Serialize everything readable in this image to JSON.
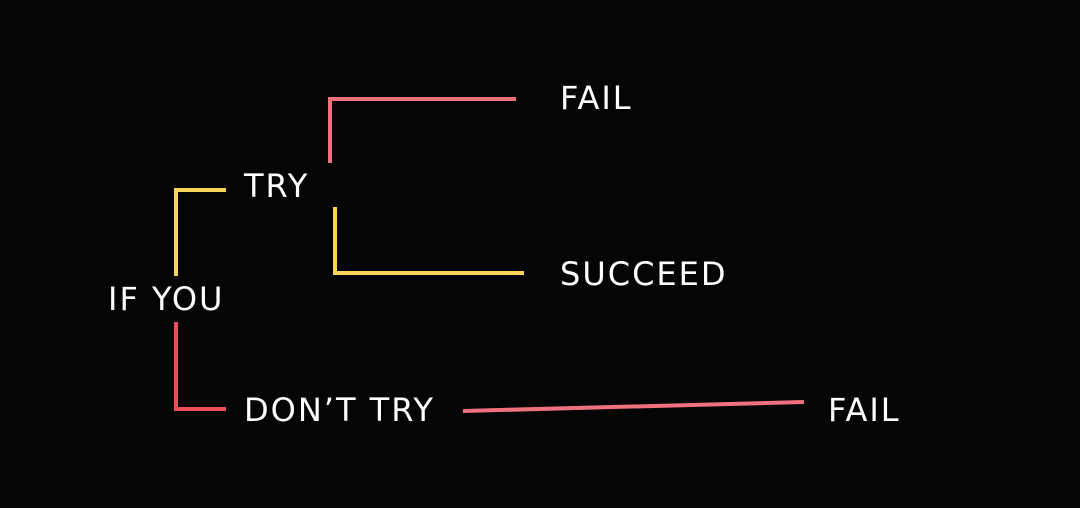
{
  "diagram": {
    "colors": {
      "background": "#060506",
      "text": "#ffffff",
      "yellow": "#f7d55a",
      "pink": "#f0717e",
      "red": "#ee4f55"
    },
    "nodes": {
      "root": "IF YOU",
      "try": "TRY",
      "dont_try": "DON’T TRY",
      "fail_after_try": "FAIL",
      "succeed": "SUCCEED",
      "fail_after_dont_try": "FAIL"
    },
    "edges": [
      {
        "from": "root",
        "to": "try",
        "color": "yellow"
      },
      {
        "from": "root",
        "to": "dont_try",
        "color": "red"
      },
      {
        "from": "try",
        "to": "fail_after_try",
        "color": "pink"
      },
      {
        "from": "try",
        "to": "succeed",
        "color": "yellow"
      },
      {
        "from": "dont_try",
        "to": "fail_after_dont_try",
        "color": "pink"
      }
    ]
  }
}
